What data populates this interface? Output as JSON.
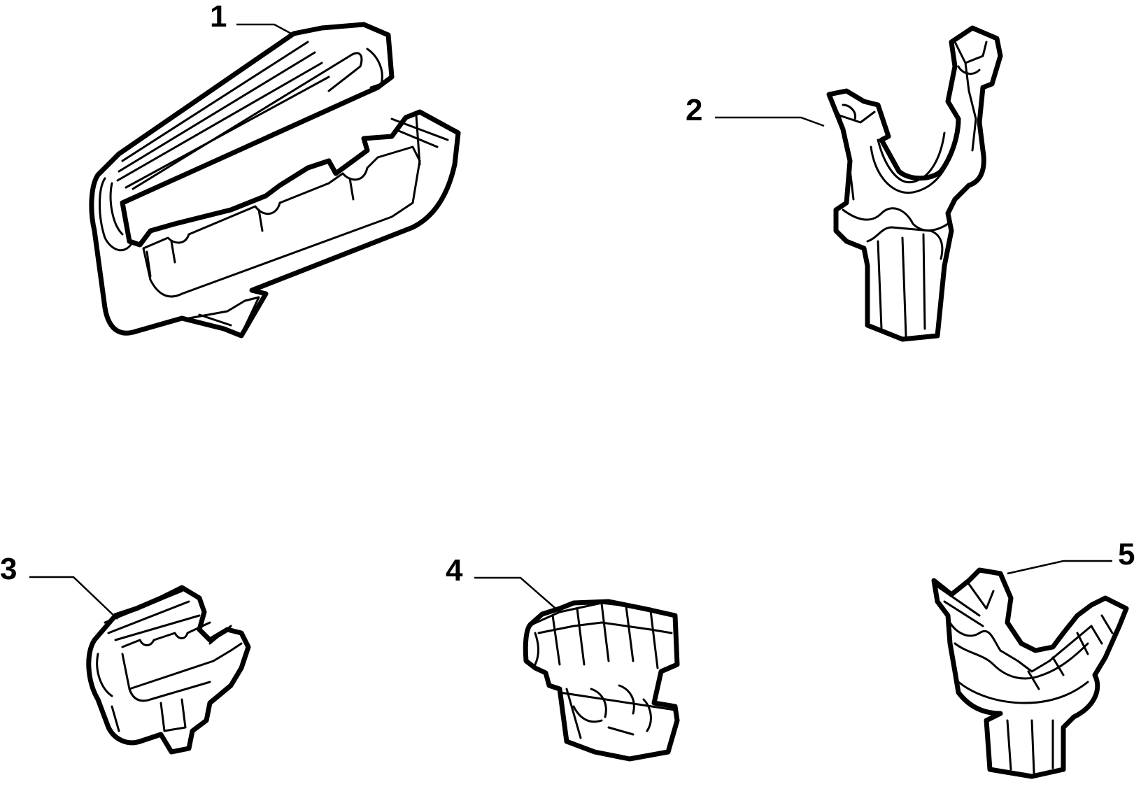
{
  "diagram": {
    "parts": [
      {
        "id": "part-1",
        "callout": "1"
      },
      {
        "id": "part-2",
        "callout": "2"
      },
      {
        "id": "part-3",
        "callout": "3"
      },
      {
        "id": "part-4",
        "callout": "4"
      },
      {
        "id": "part-5",
        "callout": "5"
      }
    ],
    "colors": {
      "line": "#000000",
      "background": "#ffffff"
    }
  }
}
